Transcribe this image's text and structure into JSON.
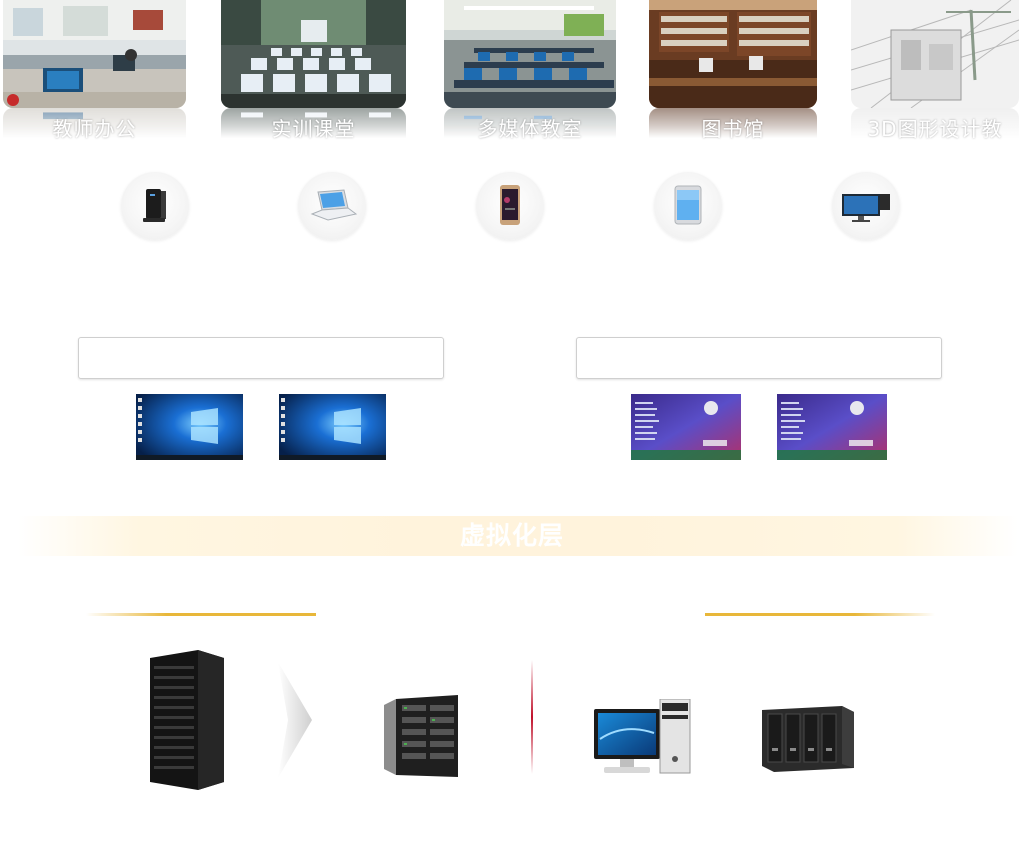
{
  "scenes": [
    {
      "id": "teacher-office",
      "label": "教师办公"
    },
    {
      "id": "training-class",
      "label": "实训课堂"
    },
    {
      "id": "multimedia-room",
      "label": "多媒体教室"
    },
    {
      "id": "library",
      "label": "图书馆"
    },
    {
      "id": "graphic-design",
      "label": "3D图形设计教"
    }
  ],
  "devices": [
    {
      "icon": "thin-client-icon"
    },
    {
      "icon": "laptop-icon"
    },
    {
      "icon": "smartphone-icon"
    },
    {
      "icon": "tablet-icon"
    },
    {
      "icon": "all-in-one-monitor-icon"
    }
  ],
  "os_groups": [
    {
      "label": "",
      "thumbs": [
        "windows-desktop-thumbnail",
        "windows-desktop-thumbnail"
      ]
    },
    {
      "label": "",
      "thumbs": [
        "android-desktop-thumbnail",
        "android-desktop-thumbnail"
      ]
    }
  ],
  "virtualization": {
    "label": "虚拟化层"
  },
  "hardware": [
    {
      "icon": "rack-cabinet-icon"
    },
    {
      "icon": "blade-server-icon"
    },
    {
      "icon": "desktop-pc-icon"
    },
    {
      "icon": "nas-storage-icon"
    }
  ],
  "colors": {
    "gold": "#e8b73a",
    "virt_band": "#fff3dc",
    "divider_red": "#c0102a",
    "win_blue": "#0a63c9"
  }
}
